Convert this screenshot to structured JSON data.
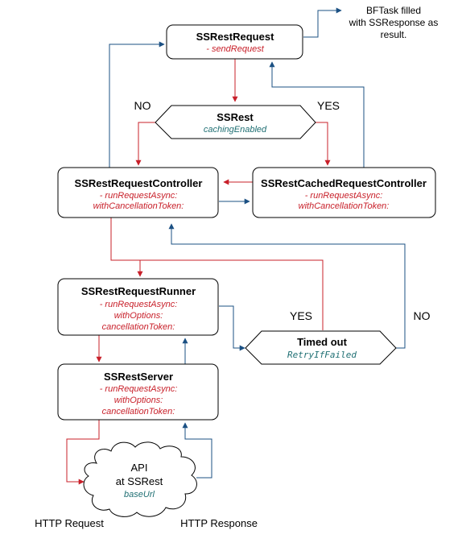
{
  "colors": {
    "request_flow": "#c8202a",
    "response_flow": "#1b5083",
    "teal_text": "#1f6f73"
  },
  "nodes": {
    "ss_rest_request": {
      "title": "SSRestRequest",
      "method": "- sendRequest"
    },
    "ss_rest": {
      "title": "SSRest",
      "property": "cachingEnabled"
    },
    "controller": {
      "title": "SSRestRequestController",
      "method_line1": "- runRequestAsync:",
      "method_line2": "withCancellationToken:"
    },
    "cached_controller": {
      "title": "SSRestCachedRequestController",
      "method_line1": "- runRequestAsync:",
      "method_line2": "withCancellationToken:"
    },
    "runner": {
      "title": "SSRestRequestRunner",
      "method_line1": "- runRequestAsync:",
      "method_line2": "withOptions:",
      "method_line3": "cancellationToken:"
    },
    "timed_out": {
      "title": "Timed out",
      "option": "RetryIfFailed"
    },
    "server": {
      "title": "SSRestServer",
      "method_line1": "- runRequestAsync:",
      "method_line2": "withOptions:",
      "method_line3": "cancellationToken:"
    },
    "api": {
      "line1": "API",
      "line2": "at SSRest",
      "line3": "baseUrl"
    }
  },
  "labels": {
    "no_left": "NO",
    "yes_right": "YES",
    "yes_timed": "YES",
    "no_timed": "NO",
    "http_request": "HTTP Request",
    "http_response": "HTTP Response"
  },
  "note": {
    "line1": "BFTask filled",
    "line2": "with SSResponse as",
    "line3": "result."
  }
}
